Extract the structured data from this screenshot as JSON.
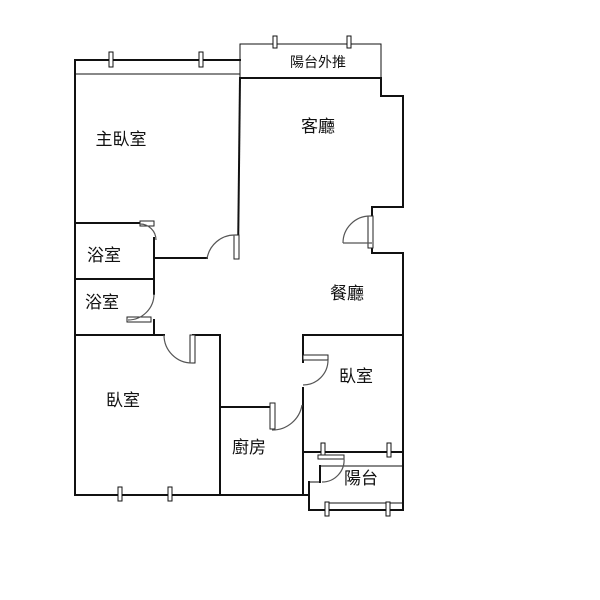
{
  "rooms": {
    "master_bedroom": "主臥室",
    "living_room": "客廳",
    "bathroom_upper": "浴室",
    "bathroom_lower": "浴室",
    "dining_room": "餐廳",
    "bedroom_right": "臥室",
    "bedroom_left": "臥室",
    "kitchen": "廚房",
    "balcony": "陽台"
  },
  "top_balcony_label": "陽台外推",
  "colors": {
    "wall": "#111111",
    "door_arc": "#555555",
    "background": "#ffffff"
  }
}
